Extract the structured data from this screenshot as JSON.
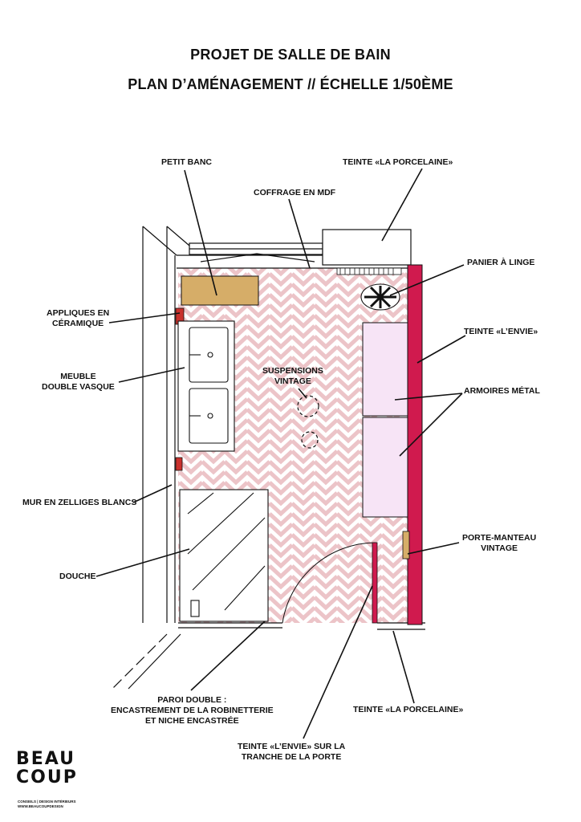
{
  "title_line1": "PROJET DE SALLE DE BAIN",
  "title_line2": "PLAN D’AMÉNAGEMENT // ÉCHELLE 1/50ÈME",
  "labels": {
    "petit_banc": "PETIT BANC",
    "teinte_porcelaine_top": "TEINTE «LA PORCELAINE»",
    "coffrage": "COFFRAGE EN MDF",
    "panier": "PANIER À LINGE",
    "appliques_1": "APPLIQUES EN",
    "appliques_2": "CÉRAMIQUE",
    "teinte_envie": "TEINTE «L’ENVIE»",
    "meuble_1": "MEUBLE",
    "meuble_2": "DOUBLE VASQUE",
    "suspensions_1": "SUSPENSIONS",
    "suspensions_2": "VINTAGE",
    "armoires": "ARMOIRES MÉTAL",
    "mur": "MUR EN ZELLIGES BLANCS",
    "porte_manteau_1": "PORTE-MANTEAU",
    "porte_manteau_2": "VINTAGE",
    "douche": "DOUCHE",
    "paroi_1": "PAROI DOUBLE :",
    "paroi_2": "ENCASTREMENT DE LA ROBINETTERIE",
    "paroi_3": "ET NICHE ENCASTRÉE",
    "teinte_porcelaine_bottom": "TEINTE «LA PORCELAINE»",
    "tranche_1": "TEINTE «L’ENVIE» SUR LA",
    "tranche_2": "TRANCHE DE LA PORTE"
  },
  "logo": {
    "line1": "BEAU",
    "line2": "COUP",
    "sub1": "CONSEILS | DESIGN INTÉRIEURS",
    "sub2": "WWW.BEAUCOUPDESIGN"
  },
  "colors": {
    "chevron_pink": "#ecc4c8",
    "accent_red": "#d01a4e",
    "bench": "#d6ad68",
    "wardrobe": "#f7e4f6",
    "line": "#111111"
  }
}
